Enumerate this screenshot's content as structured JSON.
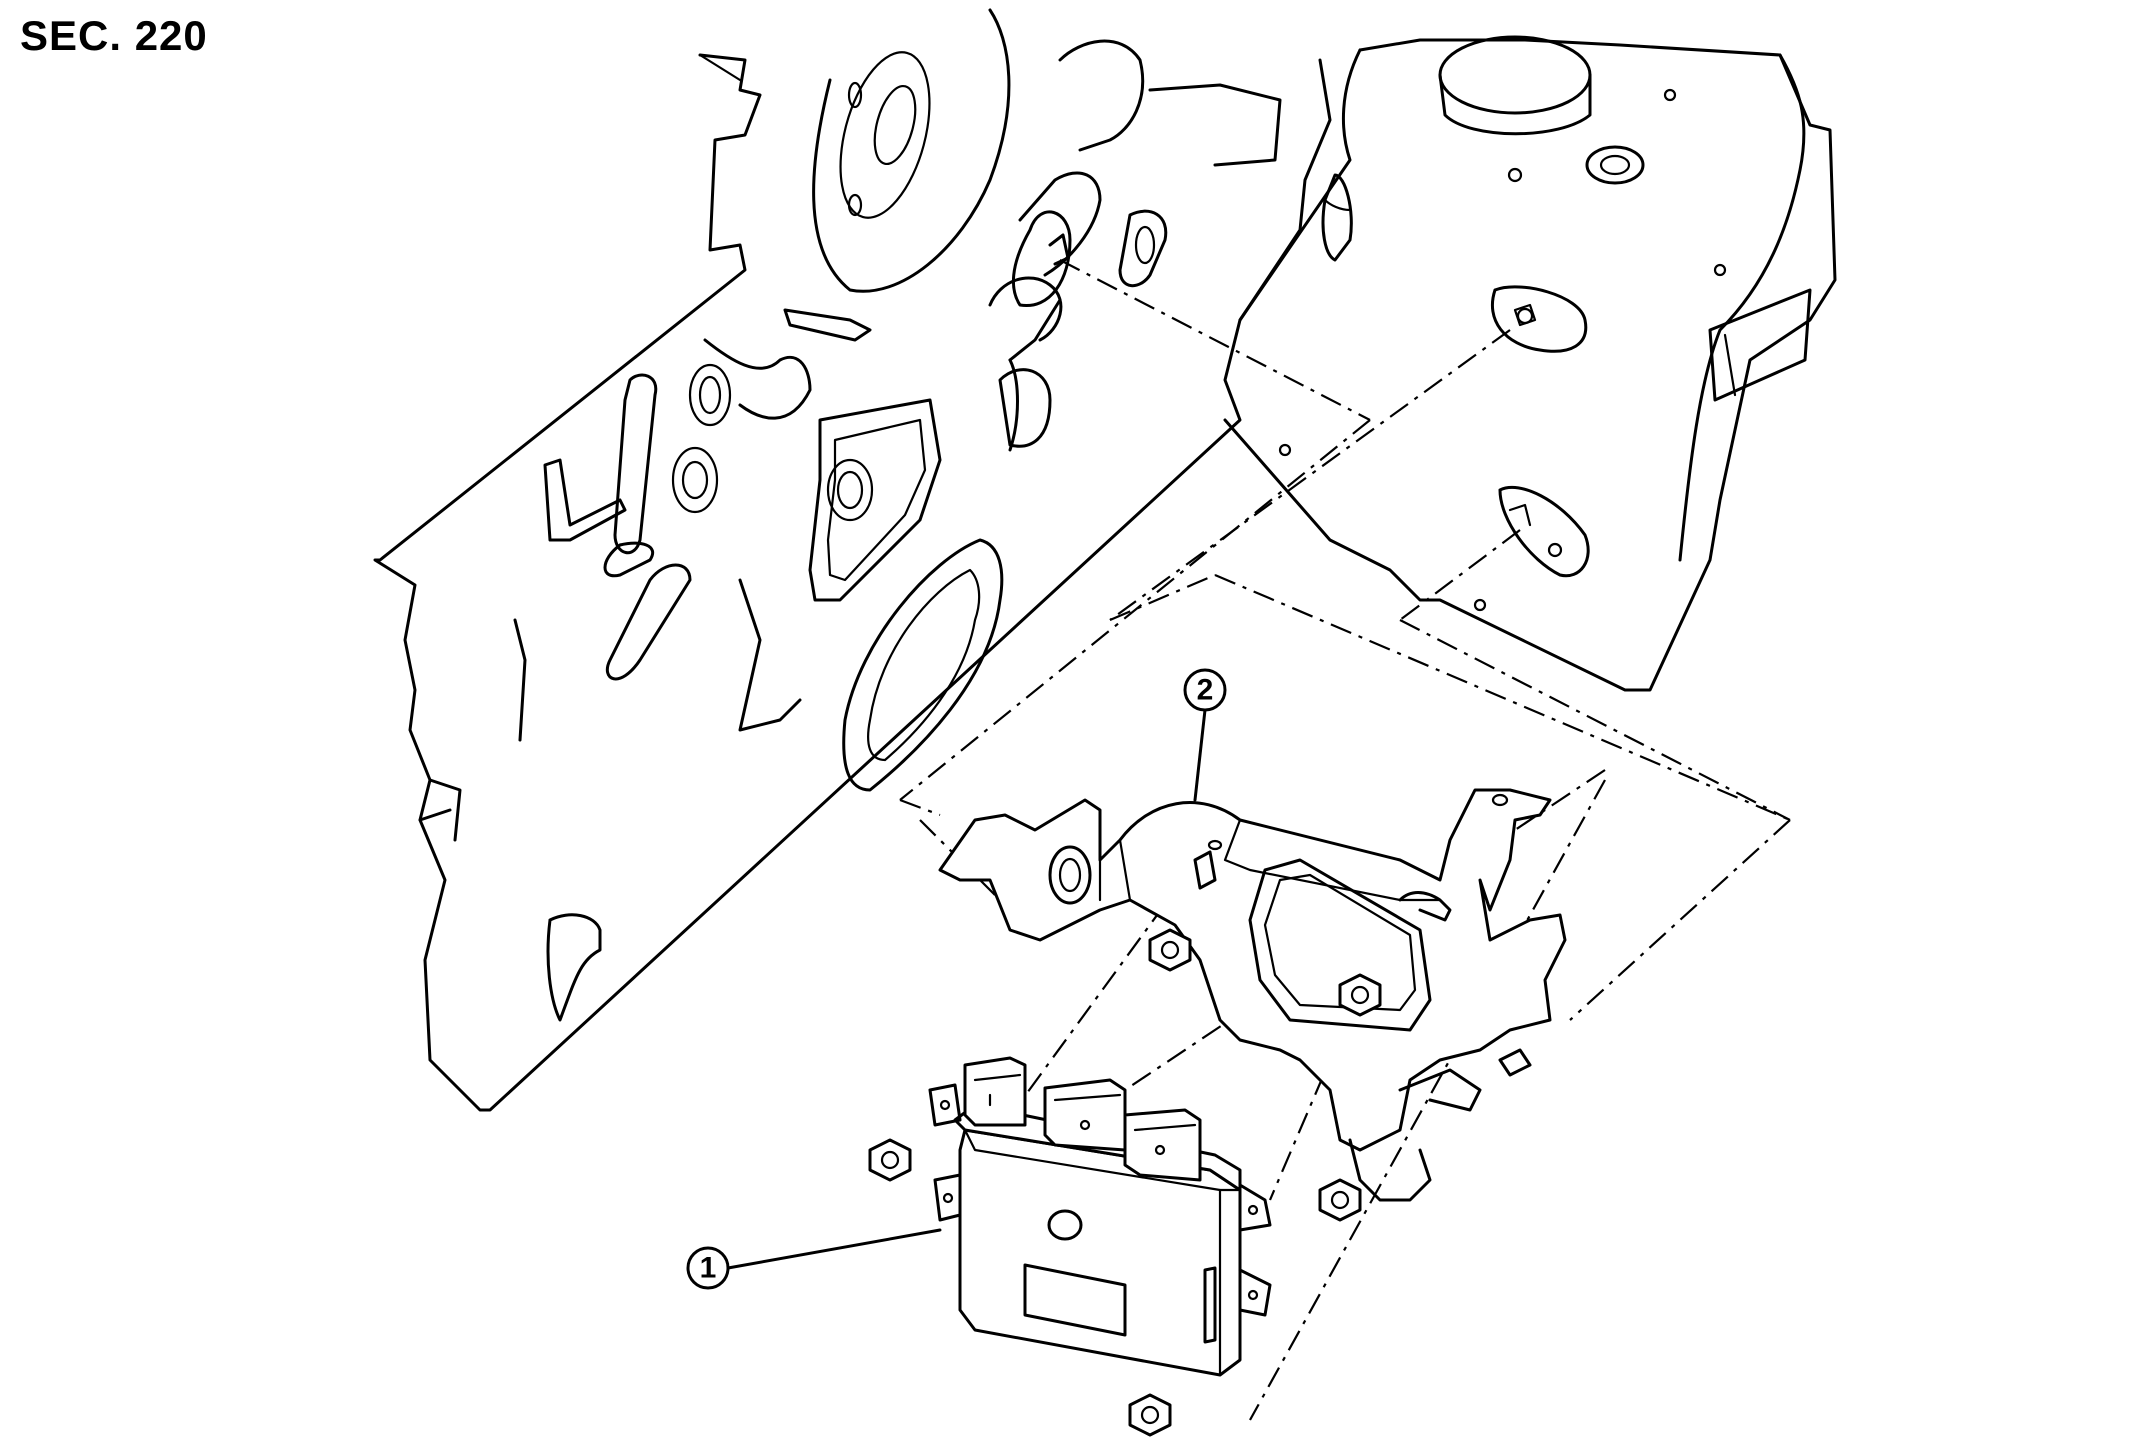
{
  "header": {
    "section_label": "SEC. 220"
  },
  "callouts": [
    {
      "number": "1"
    },
    {
      "number": "2"
    }
  ]
}
